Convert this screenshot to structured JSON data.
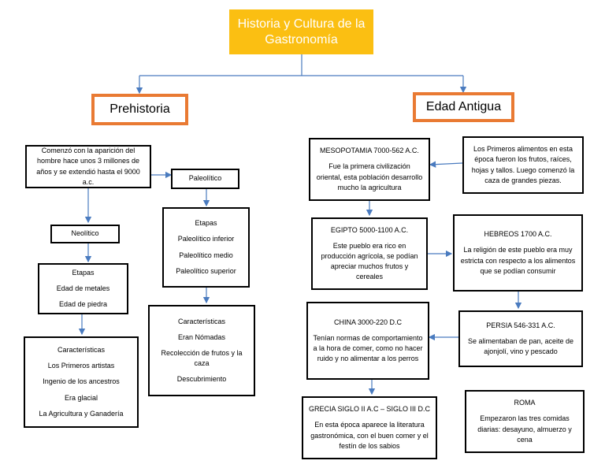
{
  "title": "Historia y Cultura de la Gastronomía",
  "eras": {
    "prehistoria": "Prehistoria",
    "antigua": "Edad Antigua"
  },
  "prehistoria": {
    "intro": "Comenzó con la aparición del hombre hace unos 3 millones de años y se extendió hasta el 9000 a.c.",
    "neolitico": "Neolítico",
    "neolitico_etapas": [
      "Etapas",
      "Edad de metales",
      "Edad de piedra"
    ],
    "neolitico_caracteristicas": [
      "Características",
      "Los Primeros artistas",
      "Ingenio de los ancestros",
      "Era glacial",
      "La Agricultura y Ganadería"
    ],
    "paleolitico": "Paleolítico",
    "paleolitico_etapas": [
      "Etapas",
      "Paleolítico inferior",
      "Paleolítico medio",
      "Paleolítico superior"
    ],
    "paleolitico_caracteristicas": [
      "Características",
      "Eran Nómadas",
      "Recolección de frutos y la caza",
      "Descubrimiento"
    ]
  },
  "antigua": {
    "intro": "Los Primeros alimentos en esta época fueron los frutos, raíces, hojas y tallos. Luego comenzó la caza de grandes piezas.",
    "mesopotamia": {
      "title": "MESOPOTAMIA 7000-562 A.C.",
      "text": "Fue la primera civilización oriental, esta población desarrollo mucho la agricultura"
    },
    "egipto": {
      "title": "EGIPTO 5000-1100 A.C.",
      "text": "Este pueblo era rico en producción agrícola, se podían apreciar muchos frutos y cereales"
    },
    "hebreos": {
      "title": "HEBREOS 1700 A.C.",
      "text": "La religión de este pueblo era muy estricta con respecto a los alimentos que se podían consumir"
    },
    "persia": {
      "title": "PERSIA 546-331 A.C.",
      "text": "Se alimentaban de pan, aceite de ajonjolí, vino y pescado"
    },
    "china": {
      "title": "CHINA 3000-220 D.C",
      "text": "Tenían normas de comportamiento a la hora de comer, como no hacer ruido y no alimentar a los perros"
    },
    "grecia": {
      "title": "GRECIA SIGLO II A.C – SIGLO III D.C",
      "text": "En esta época aparece la literatura gastronómica, con el buen comer y el festín de los sabios"
    },
    "roma": {
      "title": "ROMA",
      "text": "Empezaron las tres comidas diarias: desayuno, almuerzo y cena"
    }
  },
  "colors": {
    "title_bg": "#fbbf12",
    "era_border": "#e97a33",
    "connector": "#4a7bbf"
  }
}
